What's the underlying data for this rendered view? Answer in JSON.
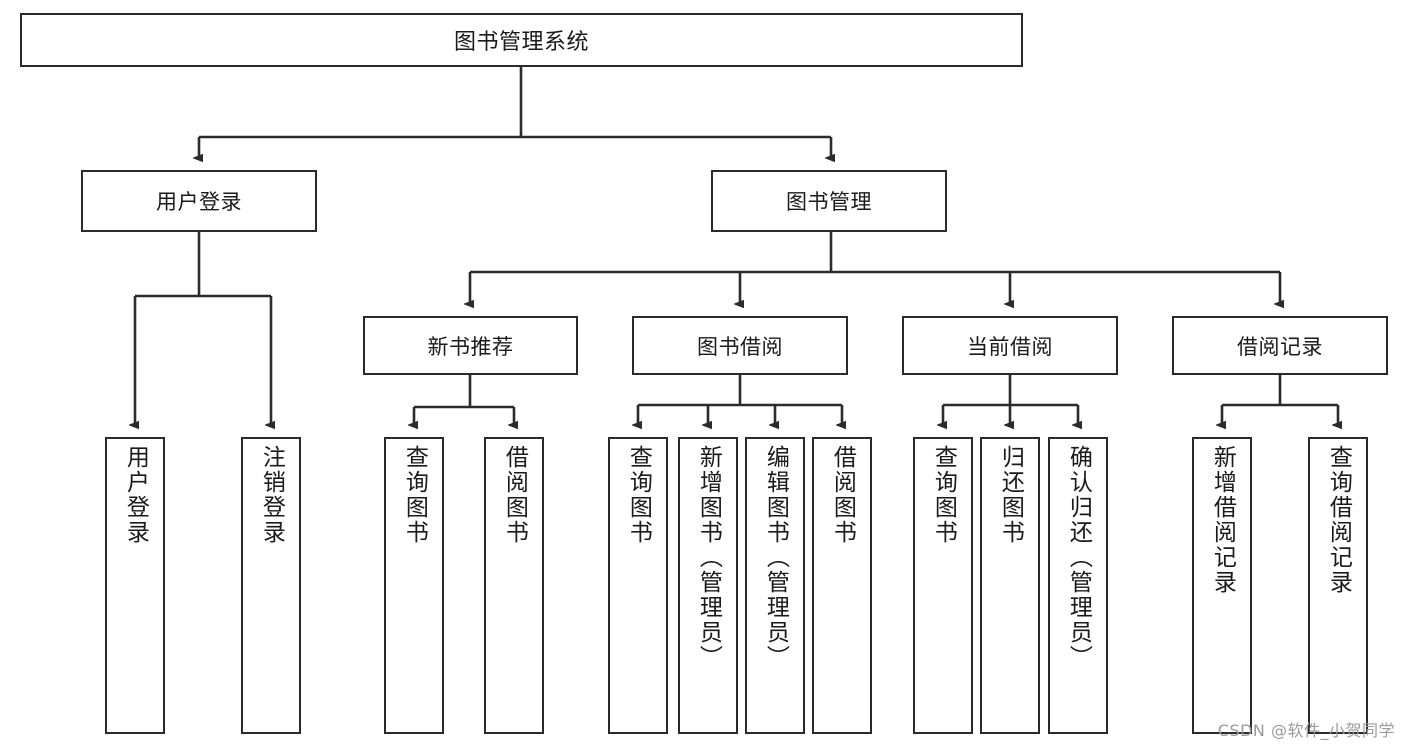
{
  "diagram": {
    "title": "图书管理系统",
    "type": "tree-hierarchy",
    "watermark": "CSDN @软件_小贺同学",
    "colors": {
      "box_border": "#2b2b2b",
      "box_fill": "#ffffff",
      "edge": "#2b2b2b",
      "text": "#1a1a1a",
      "watermark": "#9a9a9a"
    },
    "nodes": {
      "root": {
        "label": "图书管理系统",
        "orientation": "horizontal"
      },
      "level2": [
        {
          "id": "user-login",
          "label": "用户登录",
          "orientation": "horizontal"
        },
        {
          "id": "book-manage",
          "label": "图书管理",
          "orientation": "horizontal"
        }
      ],
      "level3": [
        {
          "id": "new-book-recommend",
          "label": "新书推荐",
          "orientation": "horizontal"
        },
        {
          "id": "book-borrow",
          "label": "图书借阅",
          "orientation": "horizontal"
        },
        {
          "id": "current-borrow",
          "label": "当前借阅",
          "orientation": "horizontal"
        },
        {
          "id": "borrow-record",
          "label": "借阅记录",
          "orientation": "horizontal"
        }
      ],
      "leaves": [
        {
          "id": "leaf-user-login",
          "label": "用户登录",
          "parent": "user-login",
          "orientation": "vertical"
        },
        {
          "id": "leaf-user-logout",
          "label": "注销登录",
          "parent": "user-login",
          "orientation": "vertical"
        },
        {
          "id": "leaf-query-book-1",
          "label": "查询图书",
          "parent": "new-book-recommend",
          "orientation": "vertical"
        },
        {
          "id": "leaf-borrow-book-1",
          "label": "借阅图书",
          "parent": "new-book-recommend",
          "orientation": "vertical"
        },
        {
          "id": "leaf-query-book-2",
          "label": "查询图书",
          "parent": "book-borrow",
          "orientation": "vertical"
        },
        {
          "id": "leaf-add-book",
          "label": "新增图书（管理员）",
          "parent": "book-borrow",
          "orientation": "vertical"
        },
        {
          "id": "leaf-edit-book",
          "label": "编辑图书（管理员）",
          "parent": "book-borrow",
          "orientation": "vertical"
        },
        {
          "id": "leaf-borrow-book-2",
          "label": "借阅图书",
          "parent": "book-borrow",
          "orientation": "vertical"
        },
        {
          "id": "leaf-query-book-3",
          "label": "查询图书",
          "parent": "current-borrow",
          "orientation": "vertical"
        },
        {
          "id": "leaf-return-book",
          "label": "归还图书",
          "parent": "current-borrow",
          "orientation": "vertical"
        },
        {
          "id": "leaf-confirm-return",
          "label": "确认归还（管理员）",
          "parent": "current-borrow",
          "orientation": "vertical"
        },
        {
          "id": "leaf-add-record",
          "label": "新增借阅记录",
          "parent": "borrow-record",
          "orientation": "vertical"
        },
        {
          "id": "leaf-query-record",
          "label": "查询借阅记录",
          "parent": "borrow-record",
          "orientation": "vertical"
        }
      ]
    }
  }
}
